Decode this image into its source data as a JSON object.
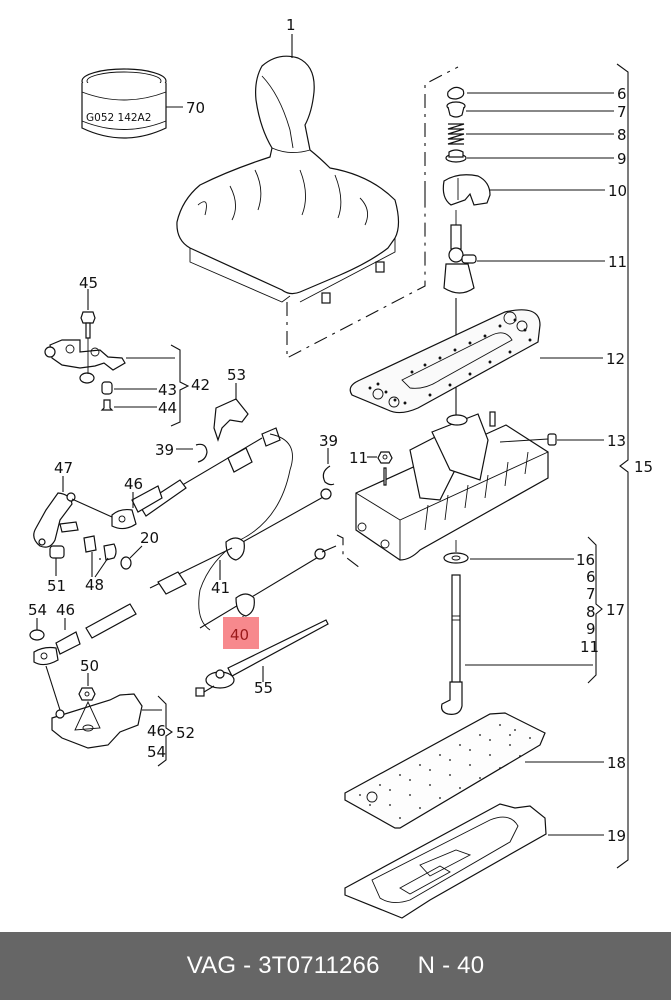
{
  "diagram": {
    "title": "Gearshift mechanism exploded view",
    "highlight_color": "#f7898d",
    "highlighted_part": "40",
    "stamp_text": "G052 142A2",
    "callouts": [
      {
        "id": "c1",
        "label": "1"
      },
      {
        "id": "c70",
        "label": "70"
      },
      {
        "id": "c6",
        "label": "6"
      },
      {
        "id": "c7",
        "label": "7"
      },
      {
        "id": "c8",
        "label": "8"
      },
      {
        "id": "c9",
        "label": "9"
      },
      {
        "id": "c10",
        "label": "10"
      },
      {
        "id": "c11a",
        "label": "11"
      },
      {
        "id": "c12",
        "label": "12"
      },
      {
        "id": "c13",
        "label": "13"
      },
      {
        "id": "c15",
        "label": "15"
      },
      {
        "id": "c11b",
        "label": "11"
      },
      {
        "id": "c39a",
        "label": "39"
      },
      {
        "id": "c39b",
        "label": "39"
      },
      {
        "id": "c45",
        "label": "45"
      },
      {
        "id": "c42",
        "label": "42"
      },
      {
        "id": "c43",
        "label": "43"
      },
      {
        "id": "c44",
        "label": "44"
      },
      {
        "id": "c53",
        "label": "53"
      },
      {
        "id": "c47",
        "label": "47"
      },
      {
        "id": "c46a",
        "label": "46"
      },
      {
        "id": "c20",
        "label": "20"
      },
      {
        "id": "c51",
        "label": "51"
      },
      {
        "id": "c48",
        "label": "48"
      },
      {
        "id": "c41",
        "label": "41"
      },
      {
        "id": "c40",
        "label": "40"
      },
      {
        "id": "c54a",
        "label": "54"
      },
      {
        "id": "c46b",
        "label": "46"
      },
      {
        "id": "c55",
        "label": "55"
      },
      {
        "id": "c50",
        "label": "50"
      },
      {
        "id": "c46c",
        "label": "46"
      },
      {
        "id": "c52",
        "label": "52"
      },
      {
        "id": "c54b",
        "label": "54"
      },
      {
        "id": "c16",
        "label": "16"
      },
      {
        "id": "c17",
        "label": "17"
      },
      {
        "id": "c17_6",
        "label": "6"
      },
      {
        "id": "c17_7",
        "label": "7"
      },
      {
        "id": "c17_8",
        "label": "8"
      },
      {
        "id": "c17_9",
        "label": "9"
      },
      {
        "id": "c17_11",
        "label": "11"
      },
      {
        "id": "c18",
        "label": "18"
      },
      {
        "id": "c19",
        "label": "19"
      }
    ]
  },
  "footer": {
    "brand": "VAG",
    "separator": "-",
    "part_number": "3T0711266",
    "position_prefix": "N",
    "position_number": "40"
  }
}
